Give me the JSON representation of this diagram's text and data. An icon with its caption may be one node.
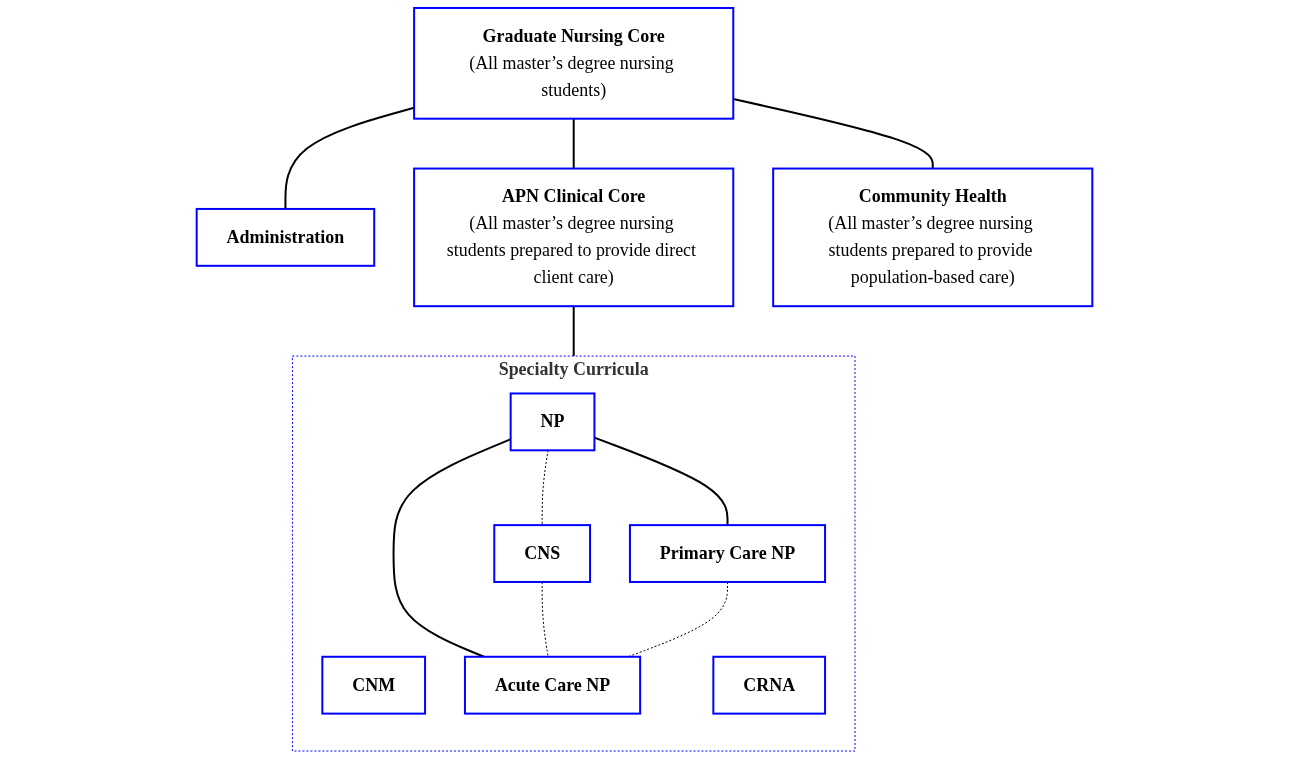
{
  "diagram": {
    "nodes": [
      {
        "text": [
          "Graduate Nursing Core",
          "(All master’s degree nursing students)"
        ]
      },
      {
        "text": [
          "Administration"
        ]
      },
      {
        "text": [
          "APN Clinical Core",
          "(All master’s degree nursing students prepared to provide direct client care)"
        ]
      },
      {
        "text": [
          "Community Health",
          "(All master’s degree nursing students prepared to provide population-based care)"
        ]
      },
      {
        "text": [
          "Specialty Curricula"
        ]
      },
      {
        "text": [
          "CNM"
        ],
        "in": 4
      },
      {
        "text": [
          "CRNA"
        ],
        "in": 4
      },
      {
        "text": [
          "NP"
        ],
        "in": 4
      },
      {
        "text": [
          "CNS"
        ],
        "in": 4
      },
      {
        "text": [
          "Primary Care NP"
        ],
        "in": 4
      },
      {
        "text": [
          "Acute Care NP"
        ],
        "in": 4
      }
    ],
    "edges": [
      {
        "from": 0,
        "to": 1,
        "arrow": "none"
      },
      {
        "from": 0,
        "to": 2,
        "arrow": "none"
      },
      {
        "from": 0,
        "to": 3,
        "arrow": "none"
      },
      {
        "from": 2,
        "to": 4,
        "arrow": "none"
      },
      {
        "from": 7,
        "to": 8,
        "arrow": "none",
        "style": "dashed"
      },
      {
        "from": 7,
        "to": 9,
        "arrow": "none"
      },
      {
        "from": 7,
        "to": 10,
        "arrow": "none"
      },
      {
        "from": 8,
        "to": 10,
        "arrow": "none",
        "style": "dashed"
      },
      {
        "from": 9,
        "to": 10,
        "arrow": "none",
        "style": "dashed"
      }
    ]
  }
}
